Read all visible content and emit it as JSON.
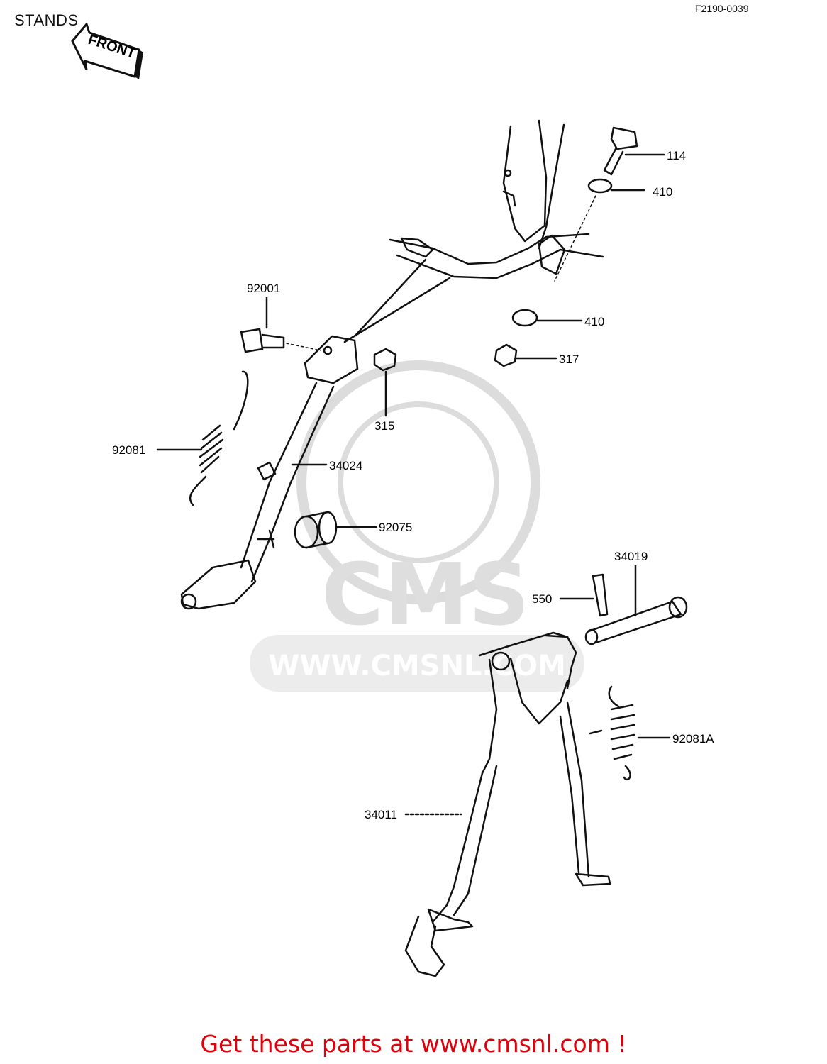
{
  "header": {
    "title": "STANDS",
    "drawing_code": "F2190-0039",
    "front_label": "FRONT"
  },
  "watermark": {
    "logo_text": "CMS",
    "url_text": "WWW.CMSNL.COM"
  },
  "callouts": [
    {
      "id": "114",
      "label": "114"
    },
    {
      "id": "410-upper",
      "label": "410"
    },
    {
      "id": "92001",
      "label": "92001"
    },
    {
      "id": "410-lower",
      "label": "410"
    },
    {
      "id": "317",
      "label": "317"
    },
    {
      "id": "315",
      "label": "315"
    },
    {
      "id": "92081",
      "label": "92081"
    },
    {
      "id": "34024",
      "label": "34024"
    },
    {
      "id": "92075",
      "label": "92075"
    },
    {
      "id": "34019",
      "label": "34019"
    },
    {
      "id": "550",
      "label": "550"
    },
    {
      "id": "92081A",
      "label": "92081A"
    },
    {
      "id": "34011",
      "label": "34011"
    }
  ],
  "footer": {
    "text": "Get these parts at www.cmsnl.com !"
  },
  "colors": {
    "line": "#111111",
    "footer": "#e0000b",
    "watermark": "#d9d9d9"
  }
}
